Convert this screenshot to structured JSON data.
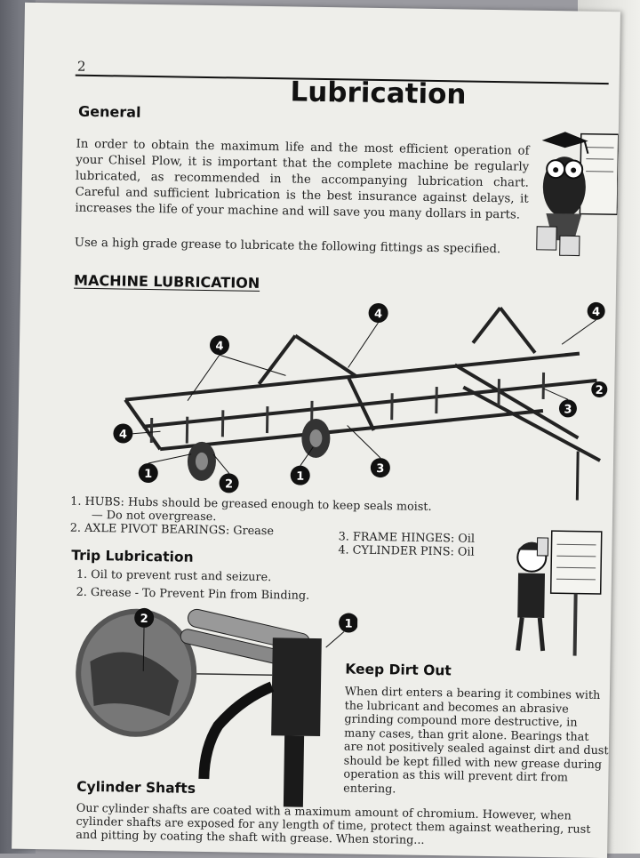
{
  "page": {
    "number": "2",
    "title": "Lubrication"
  },
  "general": {
    "heading": "General",
    "paragraph": "In order to obtain the maximum life and the most efficient operation of your Chisel Plow, it is important that the complete machine be regularly lubricated, as recommended in the accompanying lubrication chart. Careful and sufficient lubrication is the best insurance against delays, it increases the life of your machine and will save you many dollars in parts.",
    "instruction": "Use a high grade grease to lubricate the following fittings as specified."
  },
  "machine_lubrication": {
    "heading": "MACHINE LUBRICATION",
    "callouts": [
      "4",
      "4",
      "4",
      "4",
      "1",
      "1",
      "2",
      "2",
      "3",
      "3"
    ],
    "legend": {
      "item1": "1. HUBS: Hubs should be greased enough to keep seals moist.",
      "item1_note": "— Do not overgrease.",
      "item2": "2. AXLE PIVOT BEARINGS: Grease",
      "item3": "3. FRAME HINGES: Oil",
      "item4": "4. CYLINDER PINS: Oil"
    }
  },
  "trip_lubrication": {
    "heading": "Trip Lubrication",
    "item1": "1. Oil to prevent rust and seizure.",
    "item2": "2. Grease - To Prevent Pin from Binding.",
    "callouts": [
      "2",
      "1"
    ]
  },
  "keep_dirt_out": {
    "heading": "Keep Dirt Out",
    "text": "When dirt enters a bearing it combines with the lubricant and becomes an abrasive grinding compound more destructive, in many cases, than grit alone. Bearings that are not positively sealed against dirt and dust should be kept filled with new grease during operation as this will prevent dirt from entering."
  },
  "cylinder_shafts": {
    "heading": "Cylinder Shafts",
    "text": "Our cylinder shafts are coated with a maximum amount of chromium. However, when cylinder shafts are exposed for any length of time, protect them against weathering, rust and pitting by coating the shaft with grease. When storing..."
  },
  "colors": {
    "paper": "#eeeeea",
    "ink": "#111111"
  }
}
